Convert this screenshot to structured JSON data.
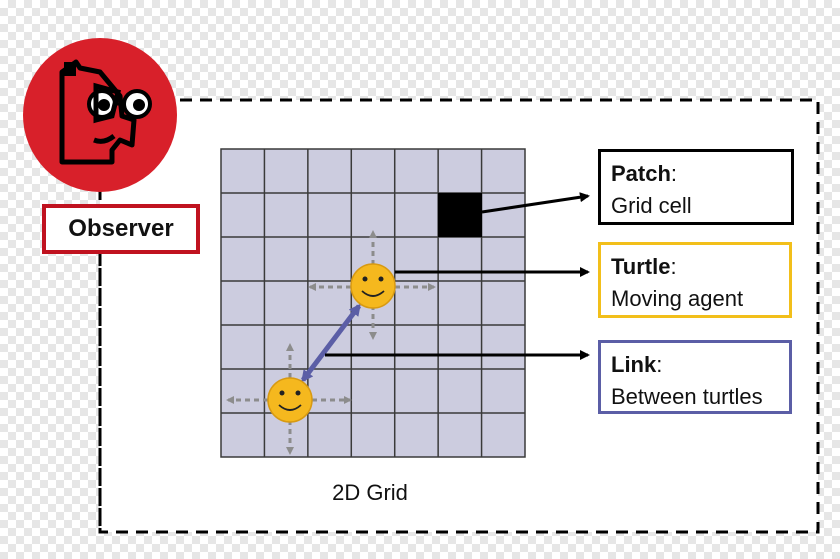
{
  "observer": {
    "label": "Observer"
  },
  "grid": {
    "caption": "2D Grid",
    "rows": 7,
    "cols": 7
  },
  "legend": {
    "patch": {
      "title": "Patch",
      "colon": ":",
      "desc": "Grid cell"
    },
    "turtle": {
      "title": "Turtle",
      "colon": ":",
      "desc": "Moving agent"
    },
    "link": {
      "title": "Link",
      "colon": ":",
      "desc": "Between turtles"
    }
  },
  "colors": {
    "grid_fill": "#ccccdf",
    "grid_line": "#3a3a3a",
    "patch": "#000000",
    "turtle_face": "#f5b81e",
    "link": "#5b5ea6",
    "observer_red": "#d8202a",
    "turtle_border": "#f2bf1a",
    "link_border": "#5b5ea6",
    "direction_arrow": "#8c8c8c"
  },
  "icons": {
    "observer": "observer-face-icon",
    "turtle": "smiley-face-icon"
  }
}
